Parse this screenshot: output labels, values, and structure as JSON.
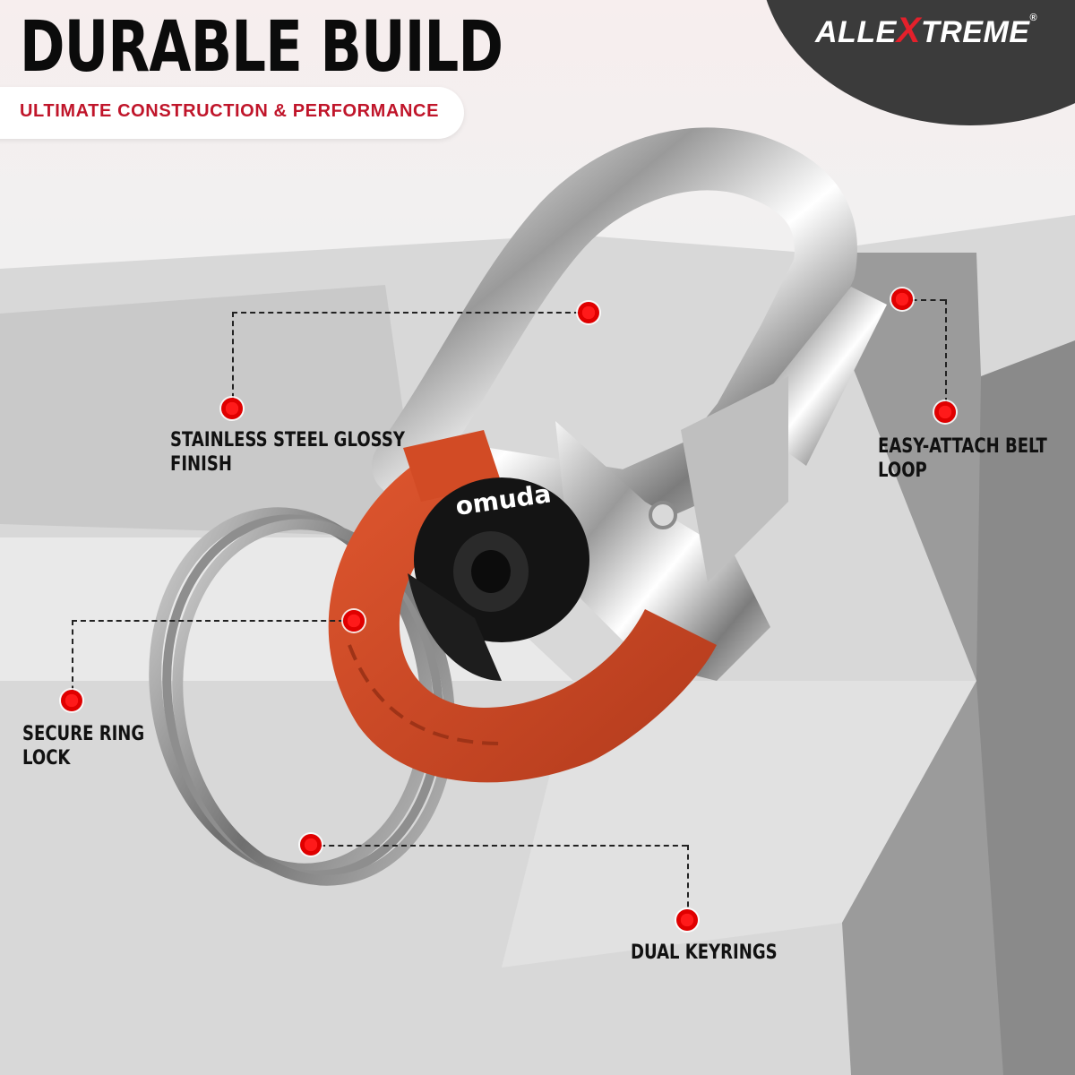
{
  "header": {
    "title": "DURABLE BUILD",
    "subtitle": "ULTIMATE CONSTRUCTION & PERFORMANCE"
  },
  "brand": {
    "logo_part1": "ALLE",
    "logo_x": "X",
    "logo_part2": "TREME",
    "registered_mark": "®"
  },
  "product": {
    "ring_emblem": "omuda"
  },
  "callouts": {
    "finish_line1": "STAINLESS STEEL GLOSSY",
    "finish_line2": "FINISH",
    "belt_line1": "EASY-ATTACH BELT",
    "belt_line2": "LOOP",
    "lock_line1": "SECURE RING",
    "lock_line2": "LOCK",
    "keyrings": "DUAL KEYRINGS"
  },
  "colors": {
    "accent_red": "#e00000",
    "subtitle_red": "#c0152a",
    "grip_orange": "#cf4a26",
    "brand_dark": "#3b3b3b"
  },
  "icons": {
    "callout_marker": "red-dot-marker"
  }
}
